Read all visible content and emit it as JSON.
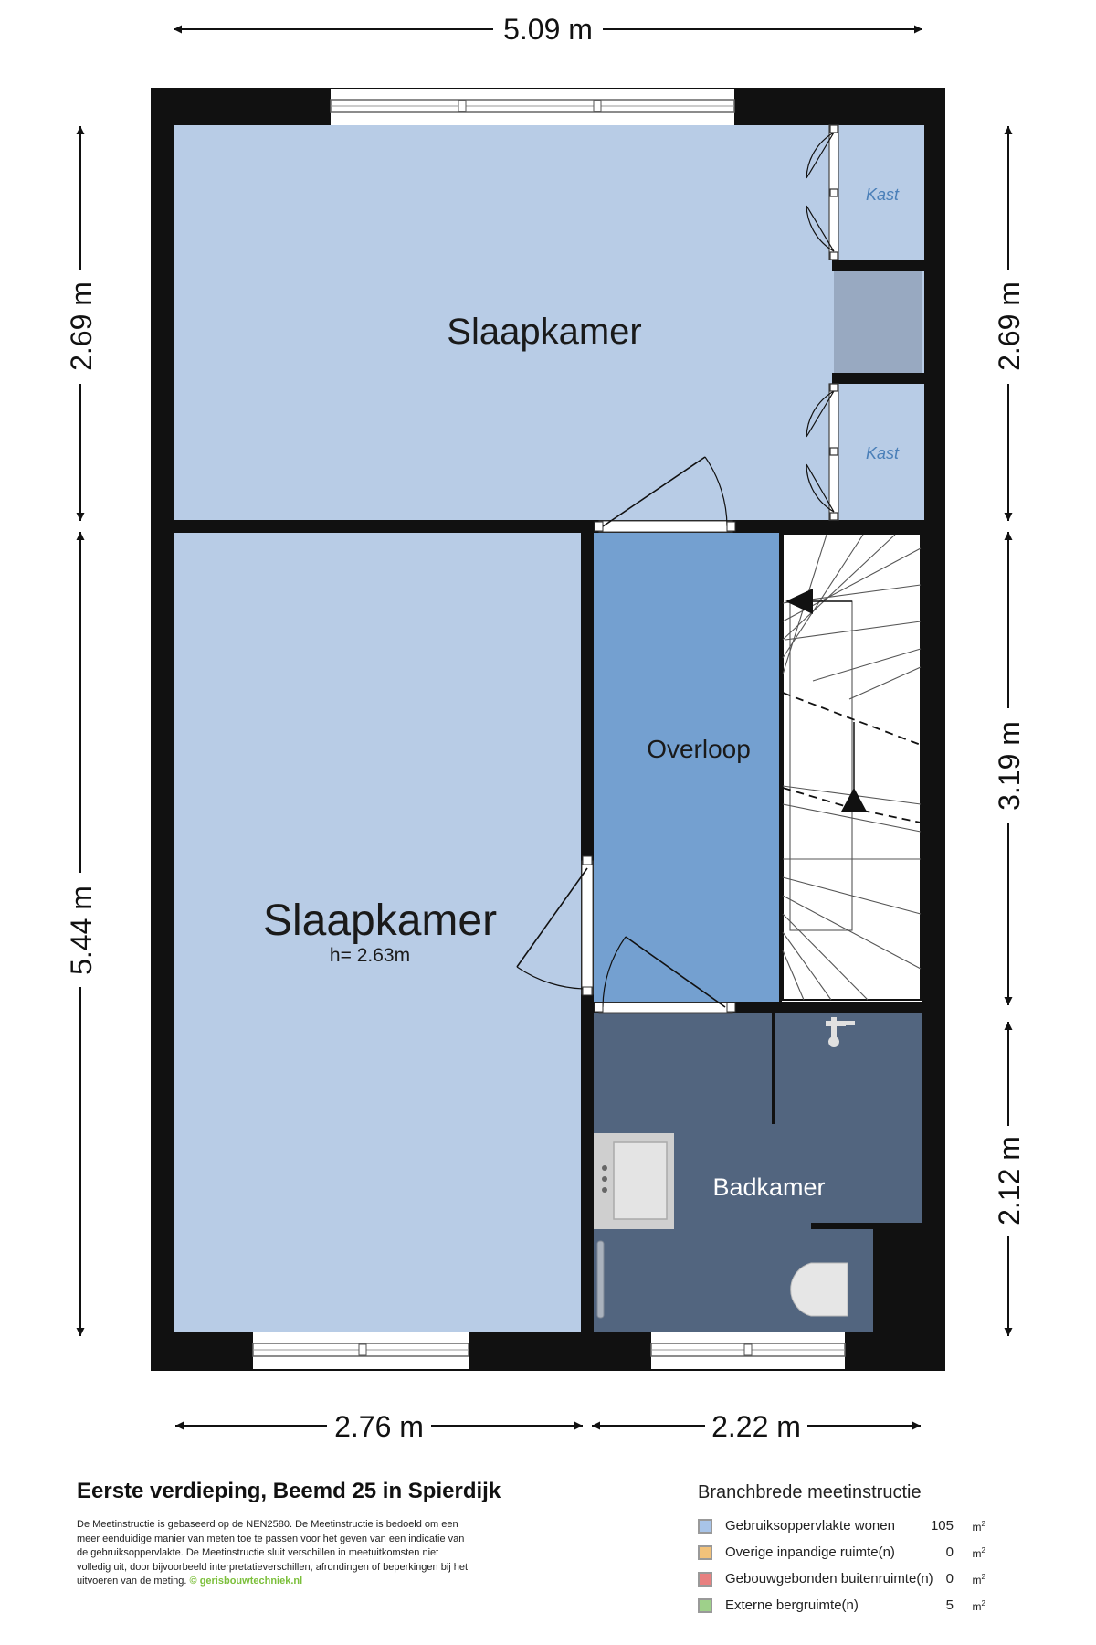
{
  "dimensions": {
    "top": "5.09 m",
    "left_upper": "2.69 m",
    "left_lower": "5.44 m",
    "right_upper": "2.69 m",
    "right_middle": "3.19 m",
    "right_lower": "2.12 m",
    "bottom_left": "2.76 m",
    "bottom_right": "2.22 m"
  },
  "rooms": {
    "upper_bedroom": "Slaapkamer",
    "lower_bedroom": "Slaapkamer",
    "lower_bedroom_height": "h= 2.63m",
    "landing": "Overloop",
    "bathroom": "Badkamer",
    "closet_1": "Kast",
    "closet_2": "Kast"
  },
  "colors": {
    "wall": "#111111",
    "bedroom": "#b8cce6",
    "landing": "#74a0d0",
    "bathroom": "#52657f",
    "closet_dark": "#98a9c1"
  },
  "footer": {
    "title": "Eerste verdieping, Beemd 25 in Spierdijk",
    "description": "De Meetinstructie is gebaseerd op de NEN2580. De Meetinstructie is bedoeld om een meer eenduidige manier van meten toe te passen voor het geven van een indicatie van de gebruiksoppervlakte. De Meetinstructie sluit verschillen in meetuitkomsten niet volledig uit, door bijvoorbeeld interpretatieverschillen, afrondingen of beperkingen bij het uitvoeren van de meting.",
    "website": "© gerisbouwtechniek.nl"
  },
  "legend": {
    "title": "Branchbrede meetinstructie",
    "unit": "m",
    "unit_sup": "2",
    "items": [
      {
        "label": "Gebruiksoppervlakte wonen",
        "value": "105",
        "color": "#a8c4e8"
      },
      {
        "label": "Overige inpandige ruimte(n)",
        "value": "0",
        "color": "#f2c27a"
      },
      {
        "label": "Gebouwgebonden buitenruimte(n)",
        "value": "0",
        "color": "#e88080"
      },
      {
        "label": "Externe bergruimte(n)",
        "value": "5",
        "color": "#9ed08a"
      }
    ]
  }
}
